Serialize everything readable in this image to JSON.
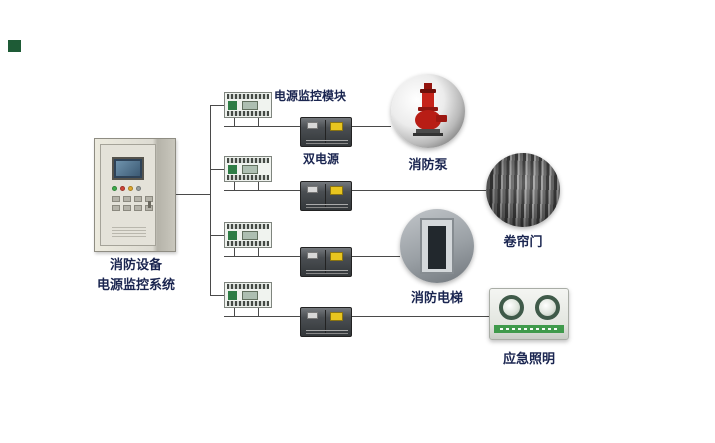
{
  "system": {
    "title_line1": "消防设备",
    "title_line2": "电源监控系统"
  },
  "annotations": {
    "module_label": "电源监控模块",
    "dual_power_label": "双电源"
  },
  "equipment": [
    {
      "id": "fire-pump",
      "name": "消防泵"
    },
    {
      "id": "roller-door",
      "name": "卷帘门"
    },
    {
      "id": "fire-elevator",
      "name": "消防电梯"
    },
    {
      "id": "emergency-lighting",
      "name": "应急照明"
    }
  ],
  "colors": {
    "label_text": "#1a2550",
    "connector_line": "#4a4a4a",
    "corner_mark_green": "#1e5b36",
    "module_green": "#2f7d46",
    "switch_yellow": "#e8c51f",
    "pump_red": "#c6231a",
    "emergency_band_green": "#3f9a4b"
  }
}
